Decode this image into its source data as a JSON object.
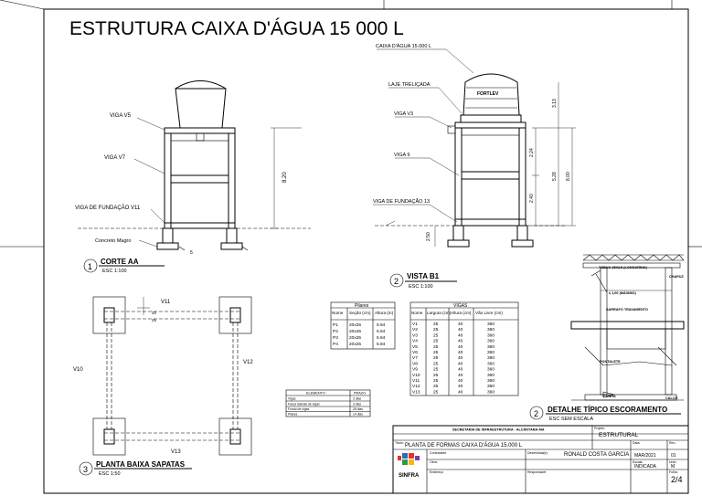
{
  "title": "ESTRUTURA CAIXA D'ÁGUA 15 000 L",
  "corte": {
    "labels": {
      "v5": "VIGA V5",
      "v7": "VIGA  V7",
      "v11": "VIGA DE FUNDAÇÃO V11",
      "concreto": "Concreto Magro"
    },
    "num": "1",
    "name": "CORTE AA",
    "scale": "ESC 1:100",
    "dim_height": "8.20",
    "dim_small": "5"
  },
  "vista": {
    "labels": {
      "caixa": "CAIXA D'ÁGUA 15.000 L",
      "laje": "LAJE TRELIÇADA",
      "v3": "VIGA V3",
      "v9": "VIGA 9",
      "v13": "VIGA DE FUNDAÇÃO 13"
    },
    "num": "2",
    "name": "VISTA B1",
    "scale": "ESC 1:100",
    "dims": [
      "3.13",
      "2.24",
      "2.40",
      "5.28",
      "8.00"
    ],
    "dim_left": "2.50",
    "brand": "FORTLEV"
  },
  "planta": {
    "num": "3",
    "name": "PLANTA BAIXA SAPATAS",
    "scale": "ESC 1:50",
    "labels": {
      "v10": "V10",
      "v11": "V11",
      "v12": "V12",
      "v13": "V13"
    },
    "dims": [
      "20",
      "25"
    ]
  },
  "pilares": {
    "title": "Pilares",
    "headers": [
      "Nome",
      "Seção (cm)",
      "Altura (m)"
    ],
    "rows": [
      [
        "P1",
        "20x25",
        "5.84"
      ],
      [
        "P2",
        "20x25",
        "5.84"
      ],
      [
        "P3",
        "20x25",
        "5.84"
      ],
      [
        "P4",
        "20x25",
        "5.84"
      ]
    ]
  },
  "vigas": {
    "title": "VIGAS",
    "headers": [
      "Nome",
      "Largura (cm)",
      "Altura (cm)",
      "Vão Livre (cm)"
    ],
    "rows": [
      [
        "V1",
        "25",
        "40",
        "360"
      ],
      [
        "V2",
        "25",
        "40",
        "360"
      ],
      [
        "V3",
        "25",
        "40",
        "360"
      ],
      [
        "V4",
        "25",
        "40",
        "360"
      ],
      [
        "V5",
        "25",
        "40",
        "360"
      ],
      [
        "V6",
        "25",
        "40",
        "360"
      ],
      [
        "V7",
        "25",
        "40",
        "360"
      ],
      [
        "V8",
        "25",
        "40",
        "360"
      ],
      [
        "V9",
        "25",
        "40",
        "360"
      ],
      [
        "V10",
        "25",
        "40",
        "360"
      ],
      [
        "V11",
        "25",
        "40",
        "360"
      ],
      [
        "V12",
        "25",
        "40",
        "360"
      ],
      [
        "V13",
        "25",
        "40",
        "360"
      ]
    ]
  },
  "prazo": {
    "headers": [
      "ELEMENTO",
      "PRAZO"
    ],
    "rows": [
      [
        "Vigas",
        "3 dias"
      ],
      [
        "Faces laterais de vigas",
        "3 dias"
      ],
      [
        "Fundo de vigas",
        "28 dias"
      ],
      [
        "Pilares",
        "14 dias"
      ]
    ]
  },
  "detalhe": {
    "num": "2",
    "name": "DETALHE TÍPICO ESCORAMENTO",
    "scale": "ESC SEM ESCALA",
    "labels": {
      "tabua": "TÁBUA 15X2,5 (LONGARINA)",
      "chapuz": "CHAPUZ",
      "medida": "≤ 1,00 (MÁXIMO)",
      "sarrafo": "SARRAFO TRAVAMENTO",
      "pontalete": "PONTALETE",
      "cunha": "CUNHA",
      "calco": "CALÇO"
    }
  },
  "carimbo": {
    "secretaria": "SECRETARIA DE INFRAESTRUTURA - ALCÂNTARA-MA",
    "projeto_label": "Projeto:",
    "projeto": "ESTRUTURAL",
    "titulo_label": "Título:",
    "titulo": "PLANTA DE FORMAS CAIXA D'ÁGUA 15.000 L",
    "contratante_label": "Contratante",
    "obra_label": "Obra:",
    "endereco_label": "Endereço",
    "desenhista_label": "Desenhista(s):",
    "desenhista": "RONALD COSTA GARCIA",
    "resp_label": "Responsável",
    "data_label": "Data:",
    "data": "MAR/2021",
    "escala_label": "Escala:",
    "escala": "INDICADA",
    "rev_label": "Rev.:",
    "rev": "01",
    "unid_label": "Unid.:",
    "unid": "M",
    "folha_label": "Folha:",
    "folha": "2/4",
    "logo_text": "SINFRA"
  }
}
